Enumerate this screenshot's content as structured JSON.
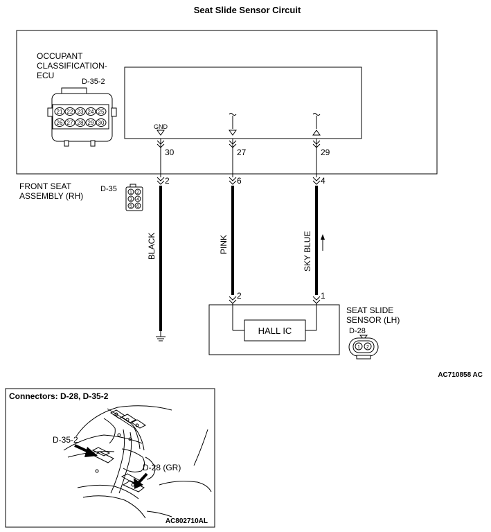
{
  "title": "Seat Slide Sensor Circuit",
  "ecu": {
    "name_line1": "OCCUPANT",
    "name_line2": "CLASSIFICATION-",
    "name_line3": "ECU",
    "connector_id": "D-35-2",
    "connector_pins_row1": [
      "21",
      "22",
      "23",
      "24",
      "25"
    ],
    "connector_pins_row2": [
      "26",
      "27",
      "28",
      "29",
      "30"
    ],
    "gnd_label": "GND",
    "terminal_gnd": "30",
    "terminal_pink": "27",
    "terminal_skyblue": "29"
  },
  "front_seat": {
    "name_line1": "FRONT SEAT",
    "name_line2": "ASSEMBLY (RH)",
    "connector_id": "D-35",
    "connector_pins": [
      "1",
      "2",
      "3",
      "4",
      "5",
      "6"
    ],
    "pin_black": "2",
    "pin_pink": "6",
    "pin_skyblue": "4"
  },
  "wires": {
    "black": "BLACK",
    "pink": "PINK",
    "skyblue": "SKY BLUE"
  },
  "sensor": {
    "name_line1": "SEAT SLIDE",
    "name_line2": "SENSOR (LH)",
    "connector_id": "D-28",
    "connector_pins": [
      "1",
      "2"
    ],
    "pin_pink": "2",
    "pin_skyblue": "1",
    "ic_label": "HALL IC"
  },
  "figure_code_top": "AC710858 AC",
  "connectors_panel": {
    "title": "Connectors: D-28, D-35-2",
    "callout_1": "D-35-2",
    "callout_2": "D-28 (GR)",
    "figure_code": "AC802710AL"
  }
}
